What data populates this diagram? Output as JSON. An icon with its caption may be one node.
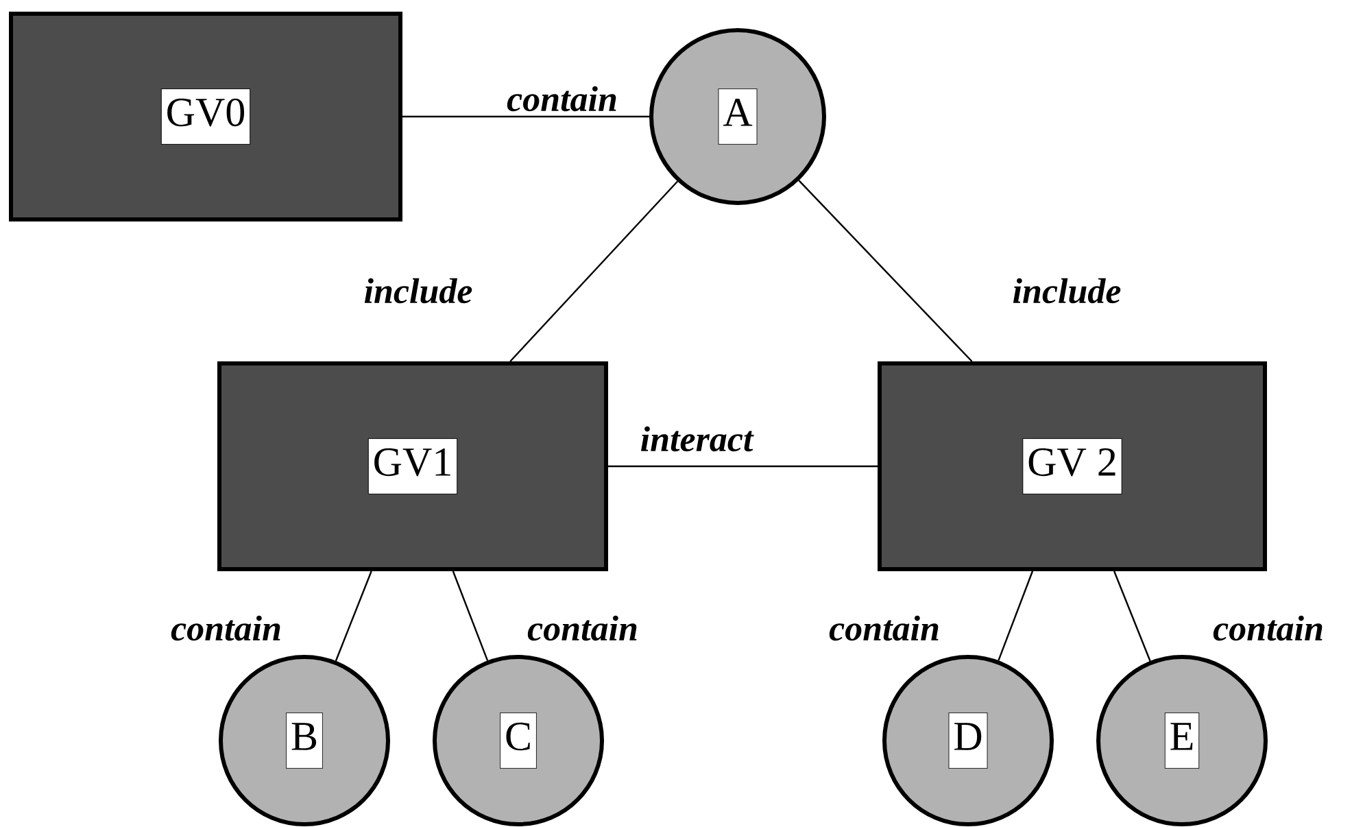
{
  "diagram": {
    "nodes": [
      {
        "text": [
          "GV0"
        ]
      },
      {
        "text": [
          "A"
        ]
      },
      {
        "text": [
          "GV1"
        ]
      },
      {
        "text": [
          "GV 2"
        ]
      },
      {
        "text": [
          "B"
        ]
      },
      {
        "text": [
          "C"
        ]
      },
      {
        "text": [
          "D"
        ]
      },
      {
        "text": [
          "E"
        ]
      }
    ],
    "edges": [
      {
        "from": 0,
        "to": 1,
        "arrow": "none",
        "label": "contain"
      },
      {
        "from": 1,
        "to": 2,
        "arrow": "none",
        "label": "include"
      },
      {
        "from": 1,
        "to": 3,
        "arrow": "none",
        "label": "include"
      },
      {
        "from": 2,
        "to": 3,
        "arrow": "none",
        "label": "interact"
      },
      {
        "from": 2,
        "to": 4,
        "arrow": "none",
        "label": "contain"
      },
      {
        "from": 2,
        "to": 5,
        "arrow": "none",
        "label": "contain"
      },
      {
        "from": 3,
        "to": 6,
        "arrow": "none",
        "label": "contain"
      },
      {
        "from": 3,
        "to": 7,
        "arrow": "none",
        "label": "contain"
      }
    ]
  }
}
